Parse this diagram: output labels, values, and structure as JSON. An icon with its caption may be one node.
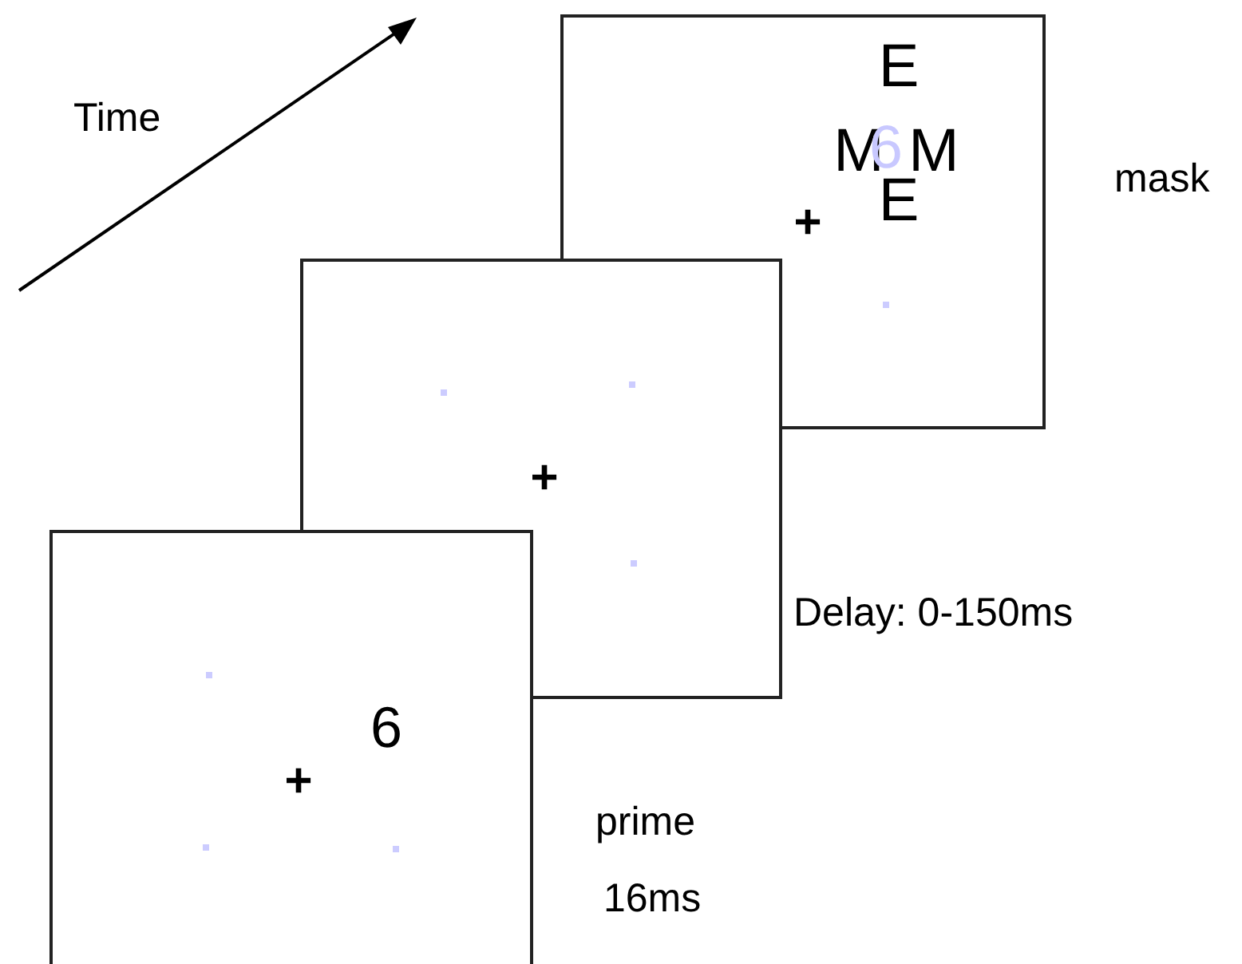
{
  "diagram": {
    "nodes": [
      {
        "text": [
          "E",
          "M",
          "6",
          "M",
          "E",
          "+"
        ],
        "beside": [
          "mask"
        ]
      },
      {
        "text": [
          "+"
        ],
        "beside": [
          "Delay: 0-150ms"
        ]
      },
      {
        "text": [
          "6",
          "+"
        ],
        "beside": [
          "prime",
          "16ms"
        ]
      }
    ],
    "edges": [],
    "labels": [
      "Time"
    ]
  }
}
